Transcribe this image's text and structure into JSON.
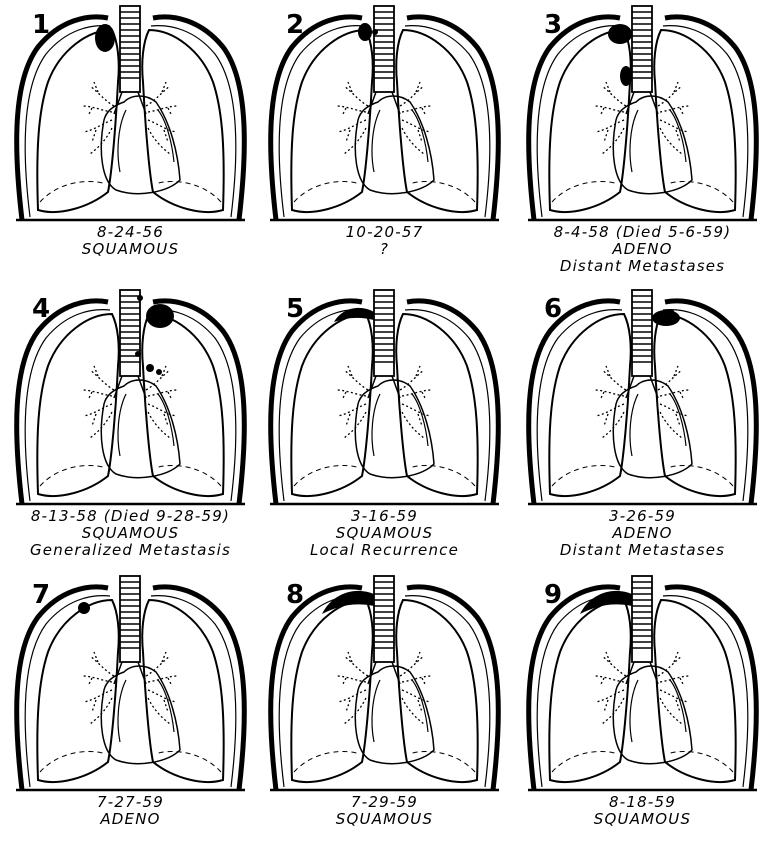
{
  "cases": [
    {
      "number": "1",
      "date": "8-24-56",
      "type": "SQUAMOUS",
      "note": "",
      "tumor": "apex-large"
    },
    {
      "number": "2",
      "date": "10-20-57",
      "type": "?",
      "note": "",
      "tumor": "apex-right-small"
    },
    {
      "number": "3",
      "date": "8-4-58  (Died 5-6-59)",
      "type": "ADENO",
      "note": "Distant Metastases",
      "tumor": "apex-large-with-hilar-node"
    },
    {
      "number": "4",
      "date": "8-13-58 (Died 9-28-59)",
      "type": "SQUAMOUS",
      "note": "Generalized Metastasis",
      "tumor": "left-apex-with-nodes"
    },
    {
      "number": "5",
      "date": "3-16-59",
      "type": "SQUAMOUS",
      "note": "Local Recurrence",
      "tumor": "apex-cap"
    },
    {
      "number": "6",
      "date": "3-26-59",
      "type": "ADENO",
      "note": "Distant Metastases",
      "tumor": "left-apex-cap"
    },
    {
      "number": "7",
      "date": "7-27-59",
      "type": "ADENO",
      "note": "",
      "tumor": "small-nodule"
    },
    {
      "number": "8",
      "date": "7-29-59",
      "type": "SQUAMOUS",
      "note": "",
      "tumor": "apex-cap-wide"
    },
    {
      "number": "9",
      "date": "8-18-59",
      "type": "SQUAMOUS",
      "note": "",
      "tumor": "apex-cap-wide"
    }
  ]
}
